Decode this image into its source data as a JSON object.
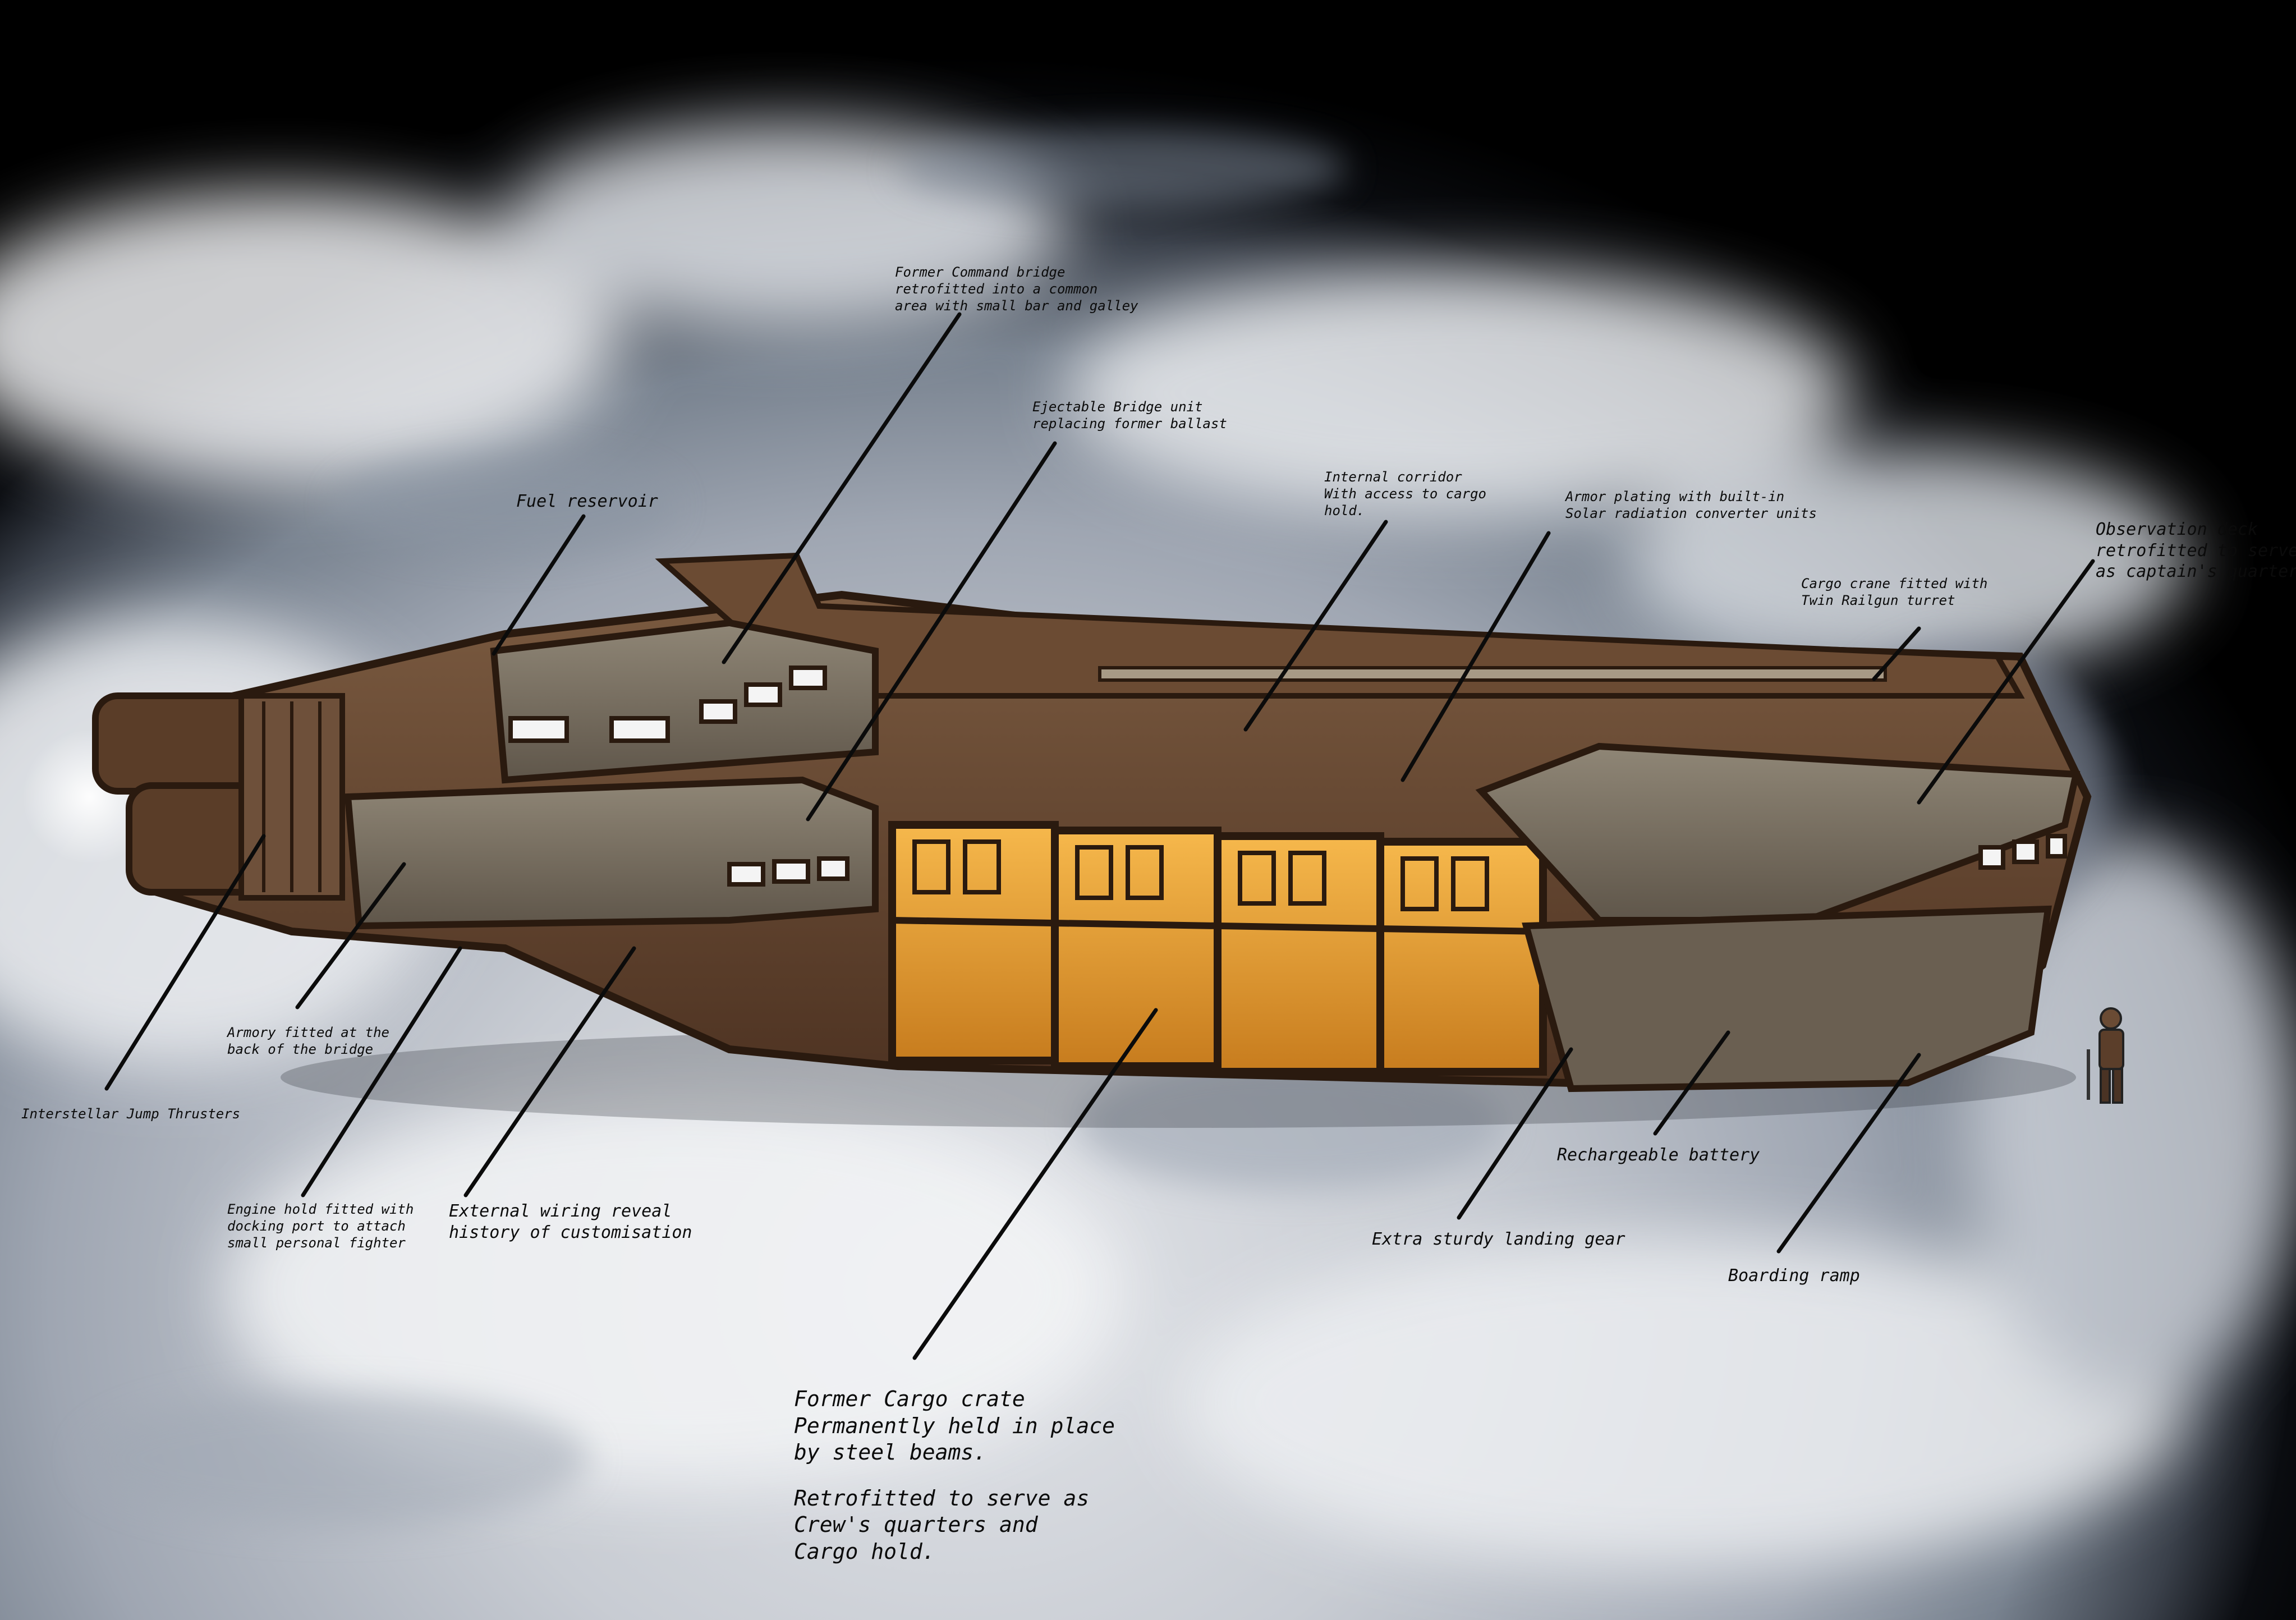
{
  "annotations": {
    "former_command_bridge": [
      "Former Command bridge",
      "retrofitted into a common",
      "area with small bar and galley"
    ],
    "ejectable_bridge": [
      "Ejectable Bridge unit",
      "replacing former ballast"
    ],
    "fuel_reservoir": [
      "Fuel reservoir"
    ],
    "internal_corridor": [
      "Internal corridor",
      "With access to cargo",
      "hold."
    ],
    "armor_plating": [
      "Armor plating with built-in",
      "Solar radiation converter units"
    ],
    "observation_deck": [
      "Observation deck",
      "retrofitted to serve",
      "as captain's quarters"
    ],
    "cargo_crane": [
      "Cargo crane fitted with",
      "Twin Railgun turret"
    ],
    "armory": [
      "Armory fitted at the",
      "back of the bridge"
    ],
    "jump_thrusters": [
      "Interstellar Jump Thrusters"
    ],
    "engine_hold": [
      "Engine hold fitted with",
      "docking port to attach",
      "small personal fighter"
    ],
    "external_wiring": [
      "External wiring reveal",
      "history of customisation"
    ],
    "rechargeable_battery": [
      "Rechargeable battery"
    ],
    "landing_gear": [
      "Extra sturdy landing gear"
    ],
    "boarding_ramp": [
      "Boarding ramp"
    ],
    "cargo_crate": [
      "Former Cargo crate",
      "Permanently held in place",
      "by steel beams."
    ],
    "cargo_crate_retrofit": [
      "Retrofitted to serve as",
      "Crew's quarters and",
      "Cargo hold."
    ]
  },
  "colors": {
    "hull": "#6b4a32",
    "hull_dark": "#3b2617",
    "hull_panel": "#7d715f",
    "cargo_glow": "#f2a93b",
    "cargo_dark": "#b8741c",
    "space": "#000000",
    "cloud": "#e4e6ea"
  }
}
